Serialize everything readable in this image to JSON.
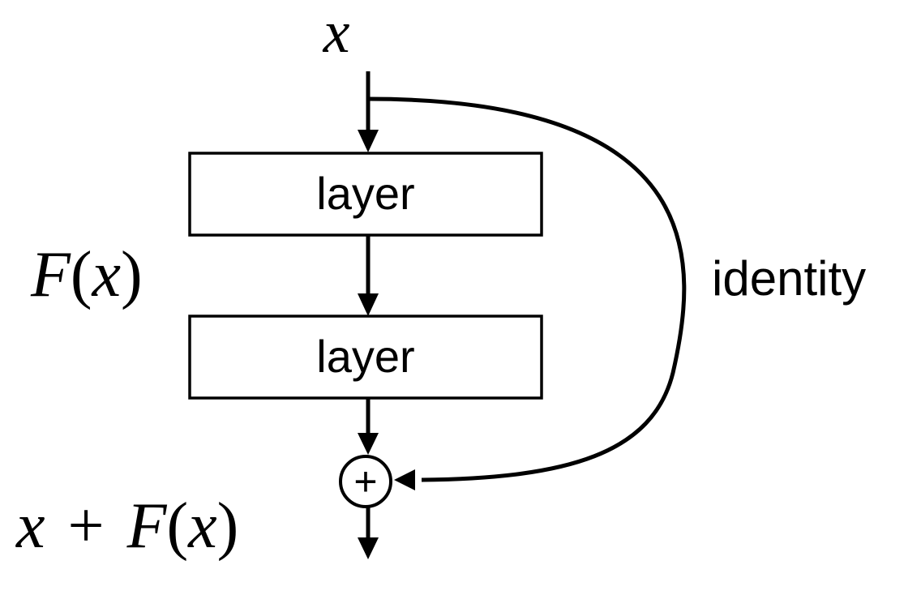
{
  "input_label": "x",
  "layers": [
    {
      "label": "layer"
    },
    {
      "label": "layer"
    }
  ],
  "residual_label": {
    "func": "F",
    "open": "(",
    "arg": "x",
    "close": ")"
  },
  "shortcut_label": "identity",
  "sum_symbol": "+",
  "output_label": {
    "lhs": "x",
    "op": "+",
    "func": "F",
    "open": "(",
    "arg": "x",
    "close": ")"
  },
  "colors": {
    "ink": "#000000",
    "background": "#ffffff"
  }
}
